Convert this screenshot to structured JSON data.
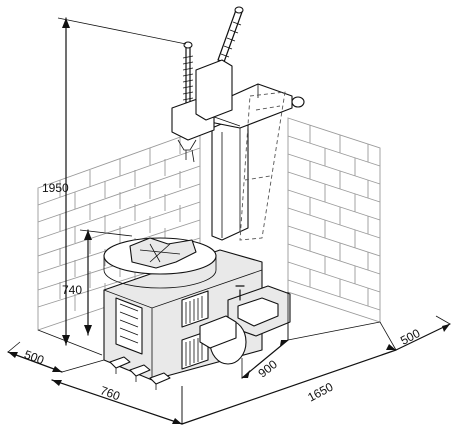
{
  "dimensions": {
    "total_height": "1950",
    "table_height": "740",
    "depth_left": "500",
    "base_width": "760",
    "arm_reach": "900",
    "total_width": "1650",
    "depth_right": "500"
  }
}
